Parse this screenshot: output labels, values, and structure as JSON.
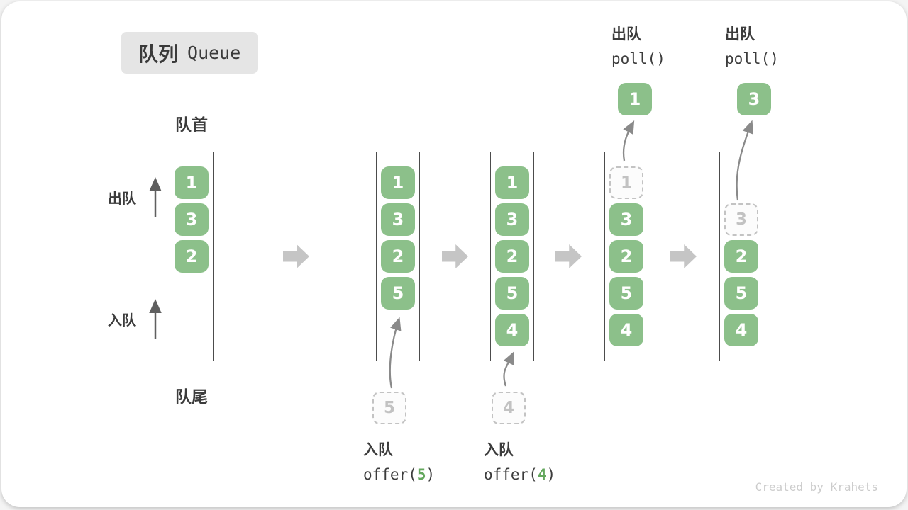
{
  "title": {
    "zh": "队列",
    "en": "Queue"
  },
  "side_labels": {
    "front": "队首",
    "rear": "队尾",
    "dequeue": "出队",
    "enqueue": "入队"
  },
  "ops": {
    "offer5": {
      "action": "入队",
      "code_open": "offer(",
      "arg": "5",
      "code_close": ")"
    },
    "offer4": {
      "action": "入队",
      "code_open": "offer(",
      "arg": "4",
      "code_close": ")"
    },
    "poll_first": {
      "action": "出队",
      "code": "poll()",
      "out_value": "1"
    },
    "poll_second": {
      "action": "出队",
      "code": "poll()",
      "out_value": "3"
    }
  },
  "stages": [
    {
      "cells": [
        "1",
        "3",
        "2"
      ]
    },
    {
      "cells": [
        "1",
        "3",
        "2",
        "5"
      ],
      "incoming": "5"
    },
    {
      "cells": [
        "1",
        "3",
        "2",
        "5",
        "4"
      ],
      "incoming": "4"
    },
    {
      "ghost": "1",
      "cells": [
        "3",
        "2",
        "5",
        "4"
      ]
    },
    {
      "ghost": "3",
      "cells": [
        "2",
        "5",
        "4"
      ]
    }
  ],
  "watermark": "Created by Krahets",
  "colors": {
    "item_green": "#8cc08a",
    "code_arg_green": "#64a85e",
    "ghost_gray": "#c3c3c3",
    "wall_gray": "#4c4c4c",
    "transition_arrow_gray": "#c5c5c5",
    "flow_arrow_gray": "#8a8a8a",
    "badge_bg": "#e5e5e5"
  }
}
